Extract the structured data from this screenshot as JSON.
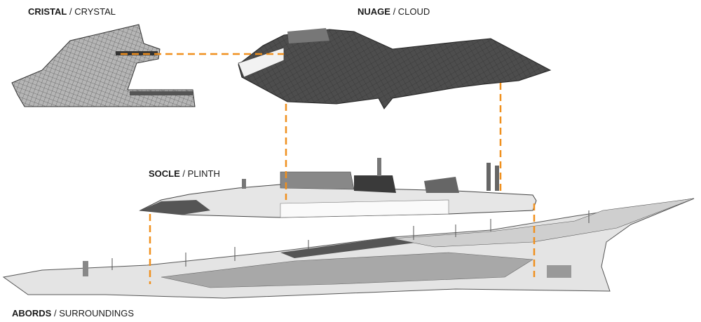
{
  "labels": {
    "crystal": {
      "fr": "CRISTAL",
      "sep": " / ",
      "en": "CRYSTAL"
    },
    "cloud": {
      "fr": "NUAGE",
      "sep": " / ",
      "en": "CLOUD"
    },
    "plinth": {
      "fr": "SOCLE",
      "sep": " / ",
      "en": "PLINTH"
    },
    "surroundings": {
      "fr": "ABORDS",
      "sep": " / ",
      "en": "SURROUNDINGS"
    }
  },
  "colors": {
    "connector": "#f0901e",
    "cloud": "#4a4a4a",
    "crystal": "#9a9a9a",
    "plinth": "#d4d4d4",
    "surroundings": "#e2e2e2"
  }
}
